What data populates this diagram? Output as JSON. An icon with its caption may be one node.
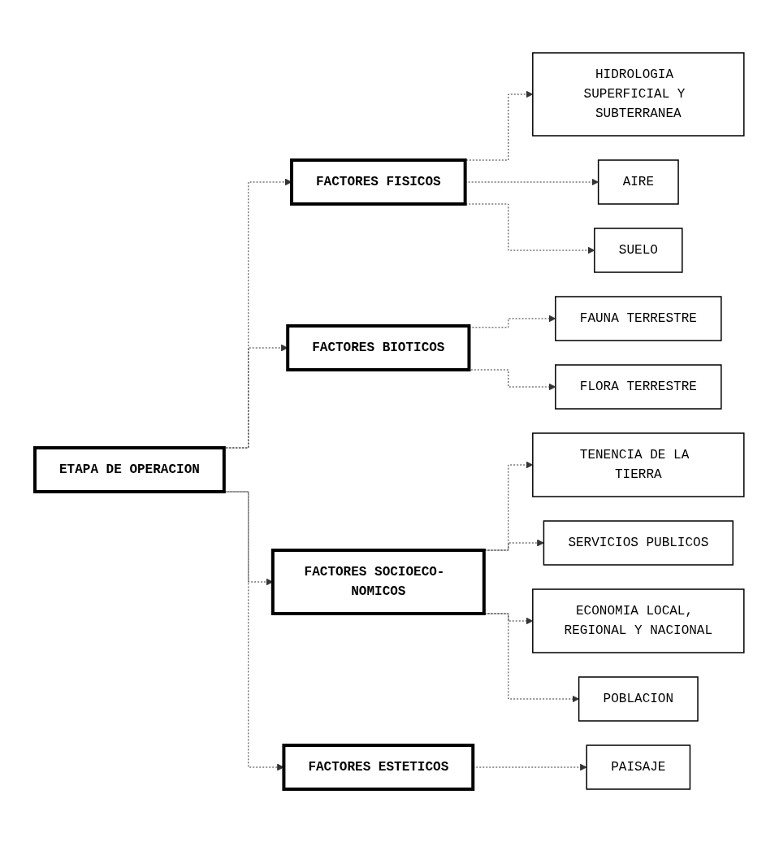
{
  "diagram": {
    "nodes": [
      {
        "text": [
          "ETAPA DE OPERACION"
        ]
      },
      {
        "text": [
          "FACTORES FISICOS"
        ]
      },
      {
        "text": [
          "HIDROLOGIA SUPERFICIAL Y SUBTERRANEA"
        ]
      },
      {
        "text": [
          "AIRE"
        ]
      },
      {
        "text": [
          "SUELO"
        ]
      },
      {
        "text": [
          "FACTORES BIOTICOS"
        ]
      },
      {
        "text": [
          "FAUNA TERRESTRE"
        ]
      },
      {
        "text": [
          "FLORA TERRESTRE"
        ]
      },
      {
        "text": [
          "FACTORES SOCIOECO- NOMICOS"
        ]
      },
      {
        "text": [
          "TENENCIA DE LA TIERRA"
        ]
      },
      {
        "text": [
          "SERVICIOS PUBLICOS"
        ]
      },
      {
        "text": [
          "ECONOMIA LOCAL, REGIONAL Y NACIONAL"
        ]
      },
      {
        "text": [
          "POBLACION"
        ]
      },
      {
        "text": [
          "FACTORES ESTETICOS"
        ]
      },
      {
        "text": [
          "PAISAJE"
        ]
      }
    ],
    "edges": [
      {
        "from": 0,
        "to": 1,
        "arrow": "to",
        "style": "dashed"
      },
      {
        "from": 0,
        "to": 5,
        "arrow": "to",
        "style": "dashed"
      },
      {
        "from": 0,
        "to": 8,
        "arrow": "to",
        "style": "dashed"
      },
      {
        "from": 0,
        "to": 13,
        "arrow": "to",
        "style": "dashed"
      },
      {
        "from": 1,
        "to": 2,
        "arrow": "to",
        "style": "dashed"
      },
      {
        "from": 1,
        "to": 3,
        "arrow": "to",
        "style": "dashed"
      },
      {
        "from": 1,
        "to": 4,
        "arrow": "to",
        "style": "dashed"
      },
      {
        "from": 5,
        "to": 6,
        "arrow": "to",
        "style": "dashed"
      },
      {
        "from": 5,
        "to": 7,
        "arrow": "to",
        "style": "dashed"
      },
      {
        "from": 8,
        "to": 9,
        "arrow": "to",
        "style": "dashed"
      },
      {
        "from": 8,
        "to": 10,
        "arrow": "to",
        "style": "dashed"
      },
      {
        "from": 8,
        "to": 11,
        "arrow": "to",
        "style": "dashed"
      },
      {
        "from": 8,
        "to": 12,
        "arrow": "to",
        "style": "dashed"
      },
      {
        "from": 13,
        "to": 14,
        "arrow": "to",
        "style": "dashed"
      }
    ]
  }
}
